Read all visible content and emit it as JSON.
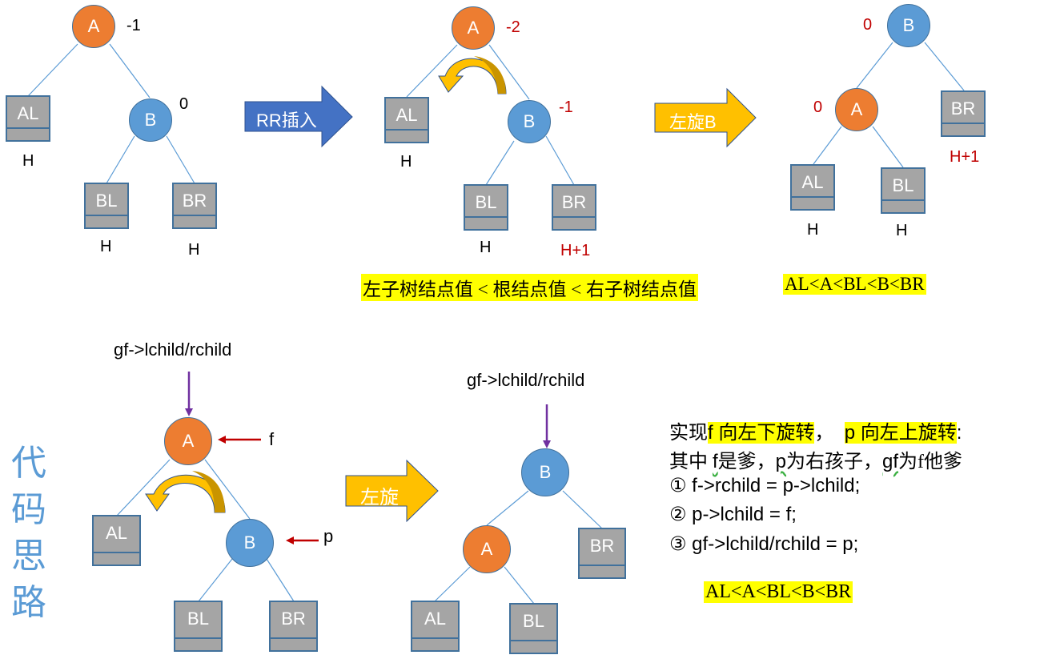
{
  "diagram1": {
    "node_a": {
      "label": "A",
      "balance": "-1"
    },
    "node_b": {
      "label": "B",
      "balance": "0"
    },
    "al": {
      "label": "AL",
      "height": "H"
    },
    "bl": {
      "label": "BL",
      "height": "H"
    },
    "br": {
      "label": "BR",
      "height": "H"
    }
  },
  "arrow_rr": {
    "label": "RR插入",
    "color": "#4472c4"
  },
  "diagram2": {
    "node_a": {
      "label": "A",
      "balance": "-2"
    },
    "node_b": {
      "label": "B",
      "balance": "-1"
    },
    "al": {
      "label": "AL",
      "height": "H"
    },
    "bl": {
      "label": "BL",
      "height": "H"
    },
    "br": {
      "label": "BR",
      "height": "H+1"
    }
  },
  "arrow_rotate_b": {
    "label": "左旋B",
    "color": "#ffc000"
  },
  "diagram3": {
    "node_b": {
      "label": "B",
      "balance": "0"
    },
    "node_a": {
      "label": "A",
      "balance": "0"
    },
    "al": {
      "label": "AL",
      "height": "H"
    },
    "bl": {
      "label": "BL",
      "height": "H"
    },
    "br": {
      "label": "BR",
      "height": "H+1"
    }
  },
  "rule_text": "左子树结点值 < 根结点值 < 右子树结点值",
  "order_text_top": "AL<A<BL<B<BR",
  "side_title": [
    "代",
    "码",
    "思",
    "路"
  ],
  "diagram4": {
    "top_label": "gf->lchild/rchild",
    "node_a": {
      "label": "A",
      "pointer": "f"
    },
    "node_b": {
      "label": "B",
      "pointer": "p"
    },
    "al": {
      "label": "AL"
    },
    "bl": {
      "label": "BL"
    },
    "br": {
      "label": "BR"
    }
  },
  "arrow_rotate": {
    "label": "左旋",
    "color": "#ffc000"
  },
  "diagram5": {
    "top_label": "gf->lchild/rchild",
    "node_b": {
      "label": "B"
    },
    "node_a": {
      "label": "A"
    },
    "al": {
      "label": "AL"
    },
    "bl": {
      "label": "BL"
    },
    "br": {
      "label": "BR"
    }
  },
  "explanation": {
    "line1_prefix": "实现",
    "line1_hl1": "f 向左下旋转",
    "line1_sep": "，",
    "line1_hl2": "p 向左上旋转",
    "line1_suffix": ":",
    "line2_a": "其中 ",
    "line2_f": "f",
    "line2_b": "是爹，",
    "line2_p": "p",
    "line2_c": "为右孩子，",
    "line2_gf": "gf",
    "line2_d": "为f他爹",
    "steps": [
      "① f->rchild = p->lchild;",
      "② p->lchild = f;",
      "③ gf->lchild/rchild = p;"
    ],
    "order_text": "AL<A<BL<B<BR"
  },
  "colors": {
    "node_orange": "#ed7d31",
    "node_blue": "#5b9bd5",
    "box_gray": "#a5a5a5",
    "balance_red": "#c00000",
    "pointer_red": "#c00000",
    "pointer_purple": "#7030a0",
    "highlight": "#ffff00",
    "title_blue": "#5b9bd5"
  }
}
